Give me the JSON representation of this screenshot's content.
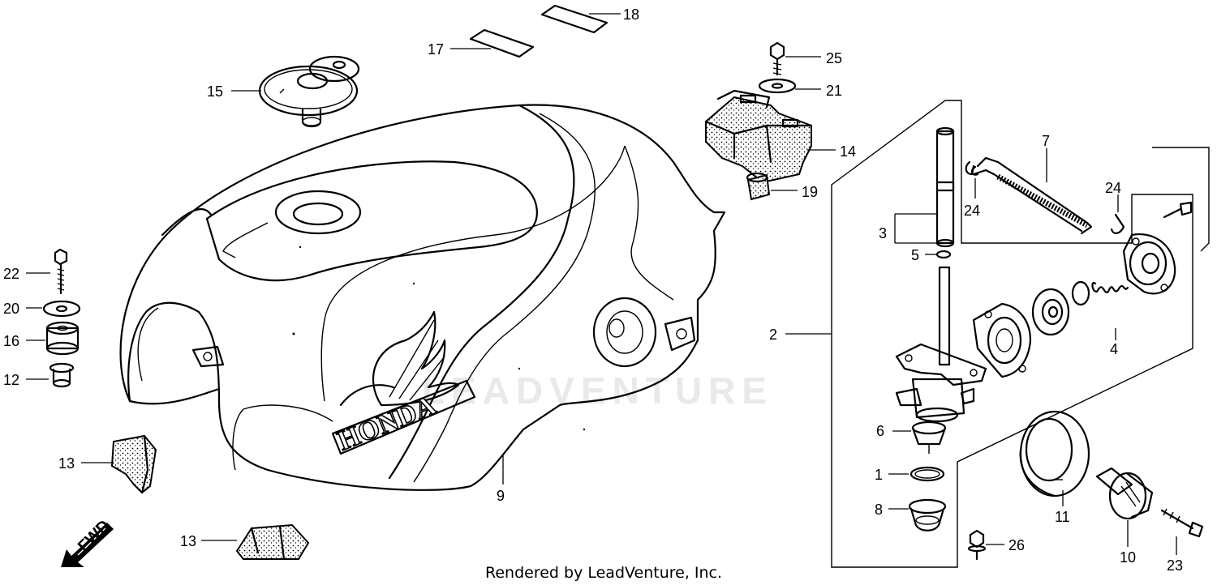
{
  "watermark": "LEADVENTURE",
  "footer": "Rendered by LeadVenture, Inc.",
  "fwd_label": "FWD",
  "brand_text": "HONDA",
  "callouts": {
    "c1": "1",
    "c2": "2",
    "c3": "3",
    "c4": "4",
    "c5": "5",
    "c6": "6",
    "c7": "7",
    "c8": "8",
    "c9": "9",
    "c10": "10",
    "c11": "11",
    "c12": "12",
    "c13a": "13",
    "c13b": "13",
    "c14": "14",
    "c15": "15",
    "c16": "16",
    "c17": "17",
    "c18": "18",
    "c19": "19",
    "c20": "20",
    "c21": "21",
    "c22": "22",
    "c23": "23",
    "c24a": "24",
    "c24b": "24",
    "c25": "25",
    "c26": "26"
  }
}
